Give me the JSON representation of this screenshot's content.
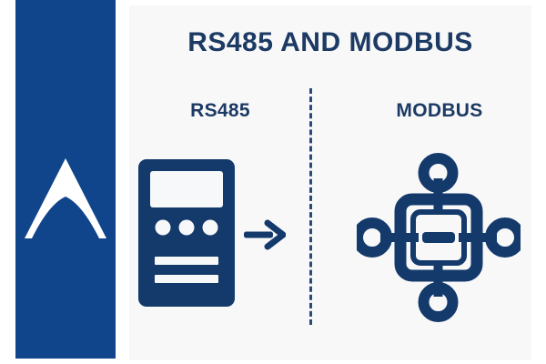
{
  "poster": {
    "title": "RS485 AND MODBUS",
    "background_color": "#f8f8f9",
    "page_background_color": "#ffffff"
  },
  "brand": {
    "bar_color": "#10458c",
    "logo_name": "chevron-mountain-logo",
    "logo_color": "#ffffff"
  },
  "columns": {
    "left": {
      "title": "RS485",
      "icon_name": "rs485-device-icon",
      "icon_color": "#133a6b",
      "device": {
        "display_screen": "blank-lcd-display",
        "indicator_lights": [
          "led-1",
          "led-2",
          "led-3"
        ],
        "label_bars": [
          "label-bar-1",
          "label-bar-2"
        ]
      }
    },
    "right": {
      "title": "MODBUS",
      "icon_name": "modbus-network-hub-icon",
      "icon_color": "#133a6b",
      "hub": {
        "center_label": "dash-mark",
        "nodes": [
          "node-top",
          "node-right",
          "node-bottom",
          "node-left"
        ]
      }
    }
  },
  "divider": {
    "name": "dashed-vertical-divider",
    "style": "dashed",
    "color": "#2b4a77"
  },
  "flow": {
    "arrow_name": "right-arrow-icon",
    "arrow_color": "#133a6b",
    "direction": "right"
  },
  "colors": {
    "brand_blue": "#10458c",
    "icon_navy": "#133a6b",
    "text_navy": "#1c3a63",
    "panel_gray": "#f8f8f9"
  }
}
